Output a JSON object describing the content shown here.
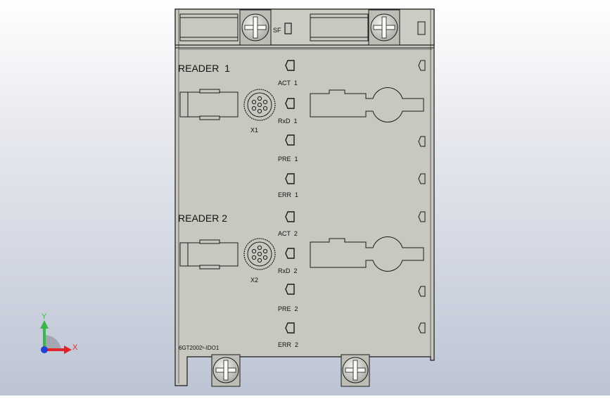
{
  "module": {
    "part_number": "6GT2002¹-IDO1",
    "status_led_label": "SF"
  },
  "readers": [
    {
      "title": "READER  1",
      "connector_label": "X1",
      "leds": [
        "ACT  1",
        "RxD  1",
        "PRE  1",
        "ERR  1"
      ]
    },
    {
      "title": "READER 2",
      "connector_label": "X2",
      "leds": [
        "ACT  2",
        "RxD  2",
        "PRE  2",
        "ERR  2"
      ]
    }
  ],
  "triad": {
    "x_label": "X",
    "y_label": "Y",
    "x_color": "#e0242c",
    "y_color": "#3cb54a",
    "z_color": "#2040d8"
  },
  "colors": {
    "housing": "#c8c8c0",
    "outline": "#1a1a1a"
  }
}
